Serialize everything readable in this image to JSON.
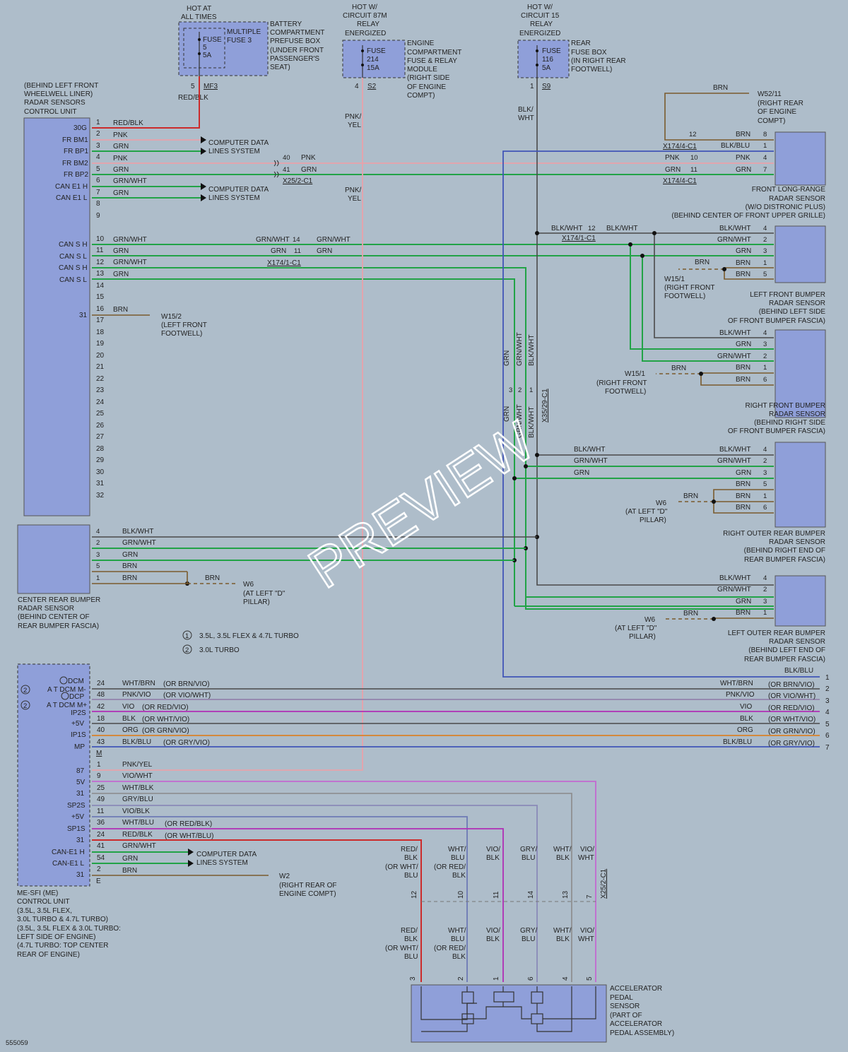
{
  "watermark": "PREVIEW",
  "doc_id": "555059",
  "hot1": "HOT AT",
  "hot1b": "ALL TIMES",
  "hot2": "HOT W/",
  "hot2b": "CIRCUIT 87M",
  "hot2c": "RELAY",
  "hot2d": "ENERGIZED",
  "hot3": "HOT W/",
  "hot3b": "CIRCUIT 15",
  "hot3c": "RELAY",
  "hot3d": "ENERGIZED",
  "fuse1": {
    "l1": "FUSE",
    "l2": "5",
    "l3": "5A",
    "extra1": "MULTIPLE",
    "extra2": "FUSE 3",
    "pin": "5",
    "conn": "MF3"
  },
  "fuse1_box": {
    "l1": "BATTERY",
    "l2": "COMPARTMENT",
    "l3": "PREFUSE BOX",
    "l4": "(UNDER FRONT",
    "l5": "PASSENGER'S",
    "l6": "SEAT)"
  },
  "fuse2": {
    "l1": "FUSE",
    "l2": "214",
    "l3": "15A",
    "pin": "4",
    "conn": "S2"
  },
  "fuse2_box": {
    "l1": "ENGINE",
    "l2": "COMPARTMENT",
    "l3": "FUSE & RELAY",
    "l4": "MODULE",
    "l5": "(RIGHT SIDE",
    "l6": "OF ENGINE",
    "l7": "COMPT)"
  },
  "fuse3": {
    "l1": "FUSE",
    "l2": "116",
    "l3": "5A",
    "pin": "1",
    "conn": "S9"
  },
  "fuse3_box": {
    "l1": "REAR",
    "l2": "FUSE BOX",
    "l3": "(IN RIGHT REAR",
    "l4": "FOOTWELL)"
  },
  "radar_ecu": {
    "l1": "(BEHIND LEFT FRONT",
    "l2": "WHEELWELL LINER)",
    "l3": "RADAR SENSORS",
    "l4": "CONTROL UNIT"
  },
  "radar_pins": [
    "30G",
    "FR BM1",
    "FR BP1",
    "FR BM2",
    "FR BP2",
    "CAN E1 H",
    "CAN E1 L",
    "CAN S H",
    "CAN S L",
    "CAN S H",
    "CAN S L",
    "31"
  ],
  "pin_nums": [
    "1",
    "2",
    "3",
    "4",
    "5",
    "6",
    "7",
    "8",
    "9",
    "10",
    "11",
    "12",
    "13",
    "14",
    "15",
    "16",
    "17",
    "18",
    "19",
    "20",
    "21",
    "22",
    "23",
    "24",
    "25",
    "26",
    "27",
    "28",
    "29",
    "30",
    "31",
    "32"
  ],
  "wires": {
    "redblk": "RED/BLK",
    "pnk": "PNK",
    "grn": "GRN",
    "grnwht": "GRN/WHT",
    "brn": "BRN",
    "blkwht": "BLK/WHT",
    "blkblu": "BLK/BLU",
    "pnkyel": "PNK/",
    "yel": "YEL",
    "redblk2a": "RED/",
    "redblk2b": "BLK",
    "blkwht_a": "BLK/",
    "blkwht_b": "WHT"
  },
  "comp_data": {
    "l1": "COMPUTER DATA",
    "l2": "LINES SYSTEM"
  },
  "conn": {
    "x25_2": "X25/2-C1",
    "x174_4": "X174/4-C1",
    "x174_1": "X174/1-C1",
    "x35_29": "X35/29-C1"
  },
  "grounds": {
    "w52": {
      "l1": "W52/11",
      "l2": "(RIGHT REAR",
      "l3": "OF ENGINE",
      "l4": "COMPT)"
    },
    "w15_2": {
      "l1": "W15/2",
      "l2": "(LEFT FRONT",
      "l3": "FOOTWELL)"
    },
    "w15_1": {
      "l1": "W15/1",
      "l2": "(RIGHT FRONT",
      "l3": "FOOTWELL)"
    },
    "w6": {
      "l1": "W6",
      "l2": "(AT LEFT \"D\"",
      "l3": "PILLAR)"
    },
    "w2": {
      "l1": "W2",
      "l2": "(RIGHT REAR OF",
      "l3": "ENGINE COMPT)"
    }
  },
  "sensors": {
    "flr": {
      "l1": "FRONT LONG-RANGE",
      "l2": "RADAR SENSOR",
      "l3": "(W/O DISTRONIC PLUS)",
      "l4": "(BEHIND CENTER OF FRONT UPPER GRILLE)"
    },
    "lfb": {
      "l1": "LEFT FRONT BUMPER",
      "l2": "RADAR SENSOR",
      "l3": "(BEHIND LEFT SIDE",
      "l4": "OF FRONT BUMPER FASCIA)"
    },
    "rfb": {
      "l1": "RIGHT FRONT BUMPER",
      "l2": "RADAR SENSOR",
      "l3": "(BEHIND RIGHT SIDE",
      "l4": "OF FRONT BUMPER FASCIA)"
    },
    "rorb": {
      "l1": "RIGHT OUTER REAR BUMPER",
      "l2": "RADAR SENSOR",
      "l3": "(BEHIND RIGHT END OF",
      "l4": "REAR BUMPER FASCIA)"
    },
    "lorb": {
      "l1": "LEFT OUTER REAR BUMPER",
      "l2": "RADAR SENSOR",
      "l3": "(BEHIND LEFT END OF",
      "l4": "REAR BUMPER FASCIA)"
    },
    "crb": {
      "l1": "CENTER REAR BUMPER",
      "l2": "RADAR SENSOR",
      "l3": "(BEHIND CENTER OF",
      "l4": "REAR BUMPER FASCIA)"
    }
  },
  "legend": {
    "n1": "1",
    "t1": "3.5L, 3.5L FLEX & 4.7L TURBO",
    "n2": "2",
    "t2": "3.0L TURBO"
  },
  "me": {
    "pins": [
      "DCM",
      "A T DCM M-",
      "DCP",
      "A T DCM M+",
      "IP2S",
      "+5V",
      "IP1S",
      "MP",
      "M",
      "87",
      "5V",
      "31",
      "SP2S",
      "+5V",
      "SP1S",
      "31",
      "CAN-E1 H",
      "CAN-E1 L",
      "31",
      "E"
    ],
    "pnums": [
      "24",
      "48",
      "42",
      "18",
      "40",
      "43",
      "1",
      "9",
      "25",
      "49",
      "11",
      "36",
      "24",
      "41",
      "54",
      "2"
    ],
    "wires": [
      "WHT/BRN",
      "PNK/VIO",
      "VIO",
      "BLK",
      "ORG",
      "BLK/BLU",
      "PNK/YEL",
      "VIO/WHT",
      "WHT/BLK",
      "GRY/BLU",
      "VIO/BLK",
      "WHT/BLU",
      "RED/BLK",
      "GRN/WHT",
      "GRN",
      "BRN"
    ],
    "alts": [
      "(OR BRN/VIO)",
      "(OR VIO/WHT)",
      "(OR RED/VIO)",
      "(OR WHT/VIO)",
      "(OR GRN/VIO)",
      "(OR GRY/VIO)",
      "(OR RED/BLK)",
      "(OR WHT/BLU)"
    ],
    "desc": {
      "l1": "ME-SFI (ME)",
      "l2": "CONTROL UNIT",
      "l3": "(3.5L, 3.5L FLEX,",
      "l4": "3.0L TURBO & 4.7L TURBO)",
      "l5": "(3.5L, 3.5L FLEX & 3.0L TURBO:",
      "l6": "LEFT SIDE OF ENGINE)",
      "l7": "(4.7L TURBO: TOP CENTER",
      "l8": "REAR OF ENGINE)"
    }
  },
  "right_nums": [
    "1",
    "2",
    "3",
    "4",
    "5",
    "6",
    "7"
  ],
  "accel": {
    "l1": "ACCELERATOR",
    "l2": "PEDAL",
    "l3": "SENSOR",
    "l4": "(PART OF",
    "l5": "ACCELERATOR",
    "l6": "PEDAL ASSEMBLY)"
  },
  "accel_wires": {
    "a1": "RED/",
    "a2": "BLK",
    "a3": "(OR WHT/",
    "a4": "BLU",
    "b1": "WHT/",
    "b2": "BLU",
    "b3": "(OR RED/",
    "b4": "BLK",
    "c1": "VIO/",
    "c2": "BLK",
    "d1": "GRY/",
    "d2": "BLU",
    "e1": "WHT/",
    "e2": "BLK",
    "f1": "VIO/",
    "f2": "WHT"
  },
  "accel_pins_top": [
    "12",
    "10",
    "11",
    "14",
    "13",
    "7"
  ],
  "accel_pins_bot": [
    "3",
    "2",
    "1",
    "6",
    "4",
    "5"
  ]
}
